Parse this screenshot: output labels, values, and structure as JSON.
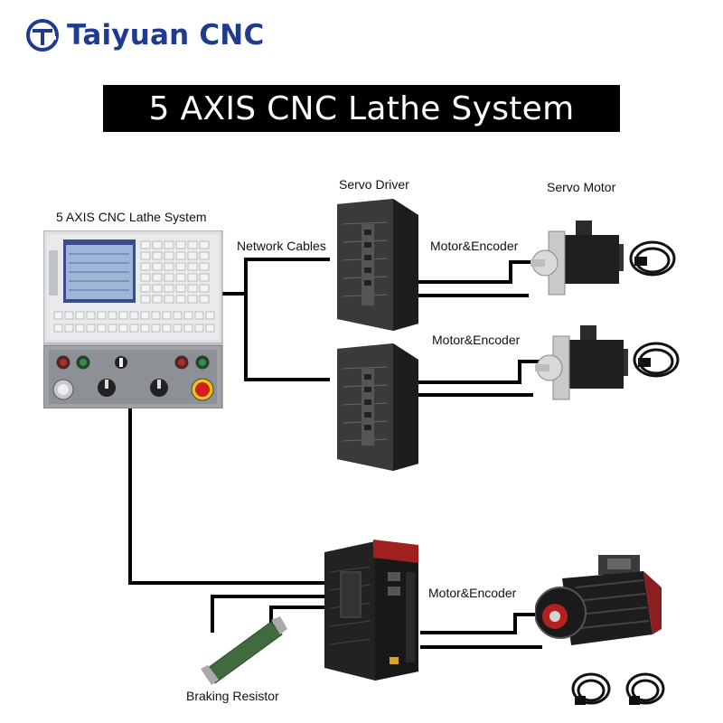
{
  "brand": {
    "name": "Taiyuan CNC",
    "color": "#1f3b8f"
  },
  "title": "5 AXIS CNC Lathe System",
  "labels": {
    "controller": "5 AXIS CNC Lathe System",
    "network_cables": "Network Cables",
    "servo_driver": "Servo Driver",
    "servo_motor": "Servo Motor",
    "motor_encoder_1": "Motor&Encoder",
    "motor_encoder_2": "Motor&Encoder",
    "motor_encoder_3": "Motor&Encoder",
    "braking_resistor": "Braking Resistor"
  },
  "colors": {
    "wire": "#000000",
    "panel_blue": "#3b4c8c",
    "screen": "#9fb6d8",
    "estop_red": "#d11f1f",
    "spindle_red": "#b32020",
    "resistor_green": "#3f6b3f"
  }
}
